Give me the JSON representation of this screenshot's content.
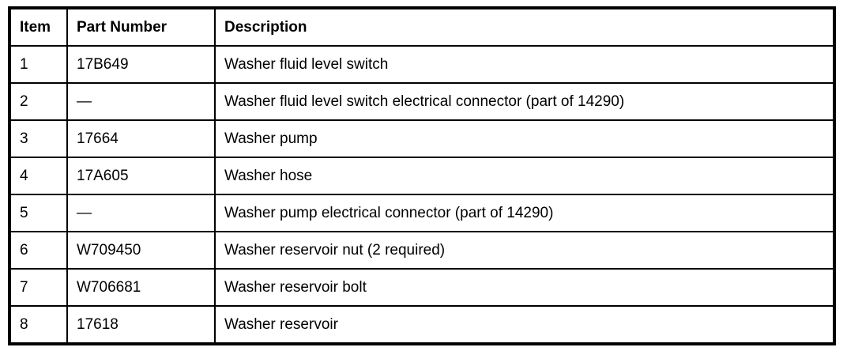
{
  "table": {
    "columns": {
      "item": "Item",
      "part_number": "Part Number",
      "description": "Description"
    },
    "rows": [
      {
        "item": "1",
        "part_number": "17B649",
        "description": "Washer fluid level switch"
      },
      {
        "item": "2",
        "part_number": "—",
        "description": "Washer fluid level switch electrical connector (part of 14290)"
      },
      {
        "item": "3",
        "part_number": "17664",
        "description": "Washer pump"
      },
      {
        "item": "4",
        "part_number": "17A605",
        "description": "Washer hose"
      },
      {
        "item": "5",
        "part_number": "—",
        "description": "Washer pump electrical connector (part of 14290)"
      },
      {
        "item": "6",
        "part_number": "W709450",
        "description": "Washer reservoir nut (2 required)"
      },
      {
        "item": "7",
        "part_number": "W706681",
        "description": "Washer reservoir bolt"
      },
      {
        "item": "8",
        "part_number": "17618",
        "description": "Washer reservoir"
      }
    ],
    "colors": {
      "border": "#000000",
      "background": "#ffffff",
      "text": "#000000"
    }
  }
}
